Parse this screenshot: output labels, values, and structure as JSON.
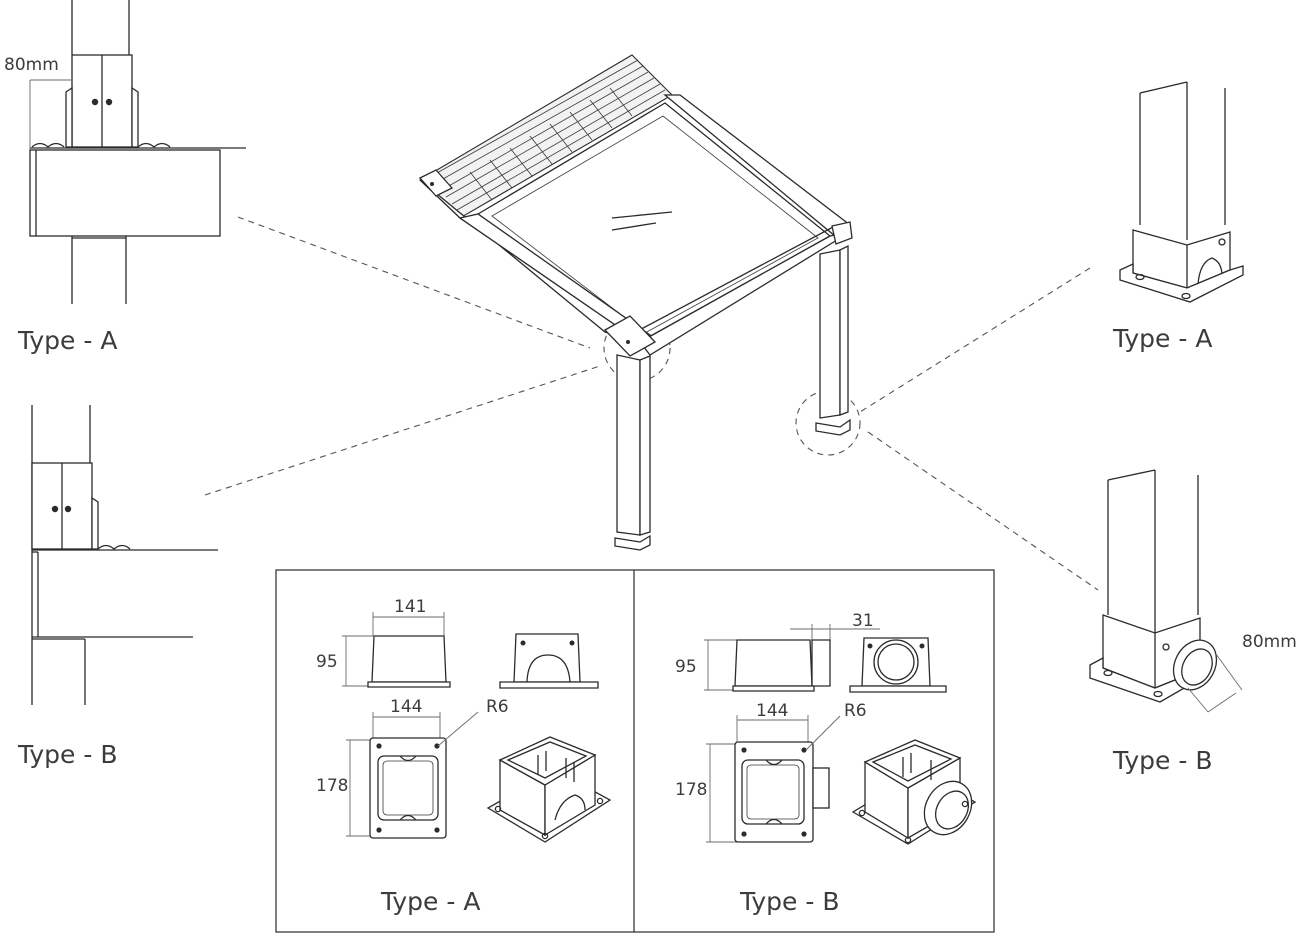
{
  "labels": {
    "left_top_type": "Type - A",
    "left_bottom_type": "Type - B",
    "right_top_type": "Type - A",
    "right_bottom_type": "Type - B",
    "panel_left_type": "Type - A",
    "panel_right_type": "Type - B"
  },
  "dimensions": {
    "left_offset": "80mm",
    "right_offset": "80mm",
    "a_width_top": "141",
    "a_height_side": "95",
    "a_width_plan": "144",
    "a_depth_plan": "178",
    "a_radius": "R6",
    "b_projection": "31",
    "b_height_side": "95",
    "b_width_plan": "144",
    "b_depth_plan": "178",
    "b_radius": "R6"
  }
}
